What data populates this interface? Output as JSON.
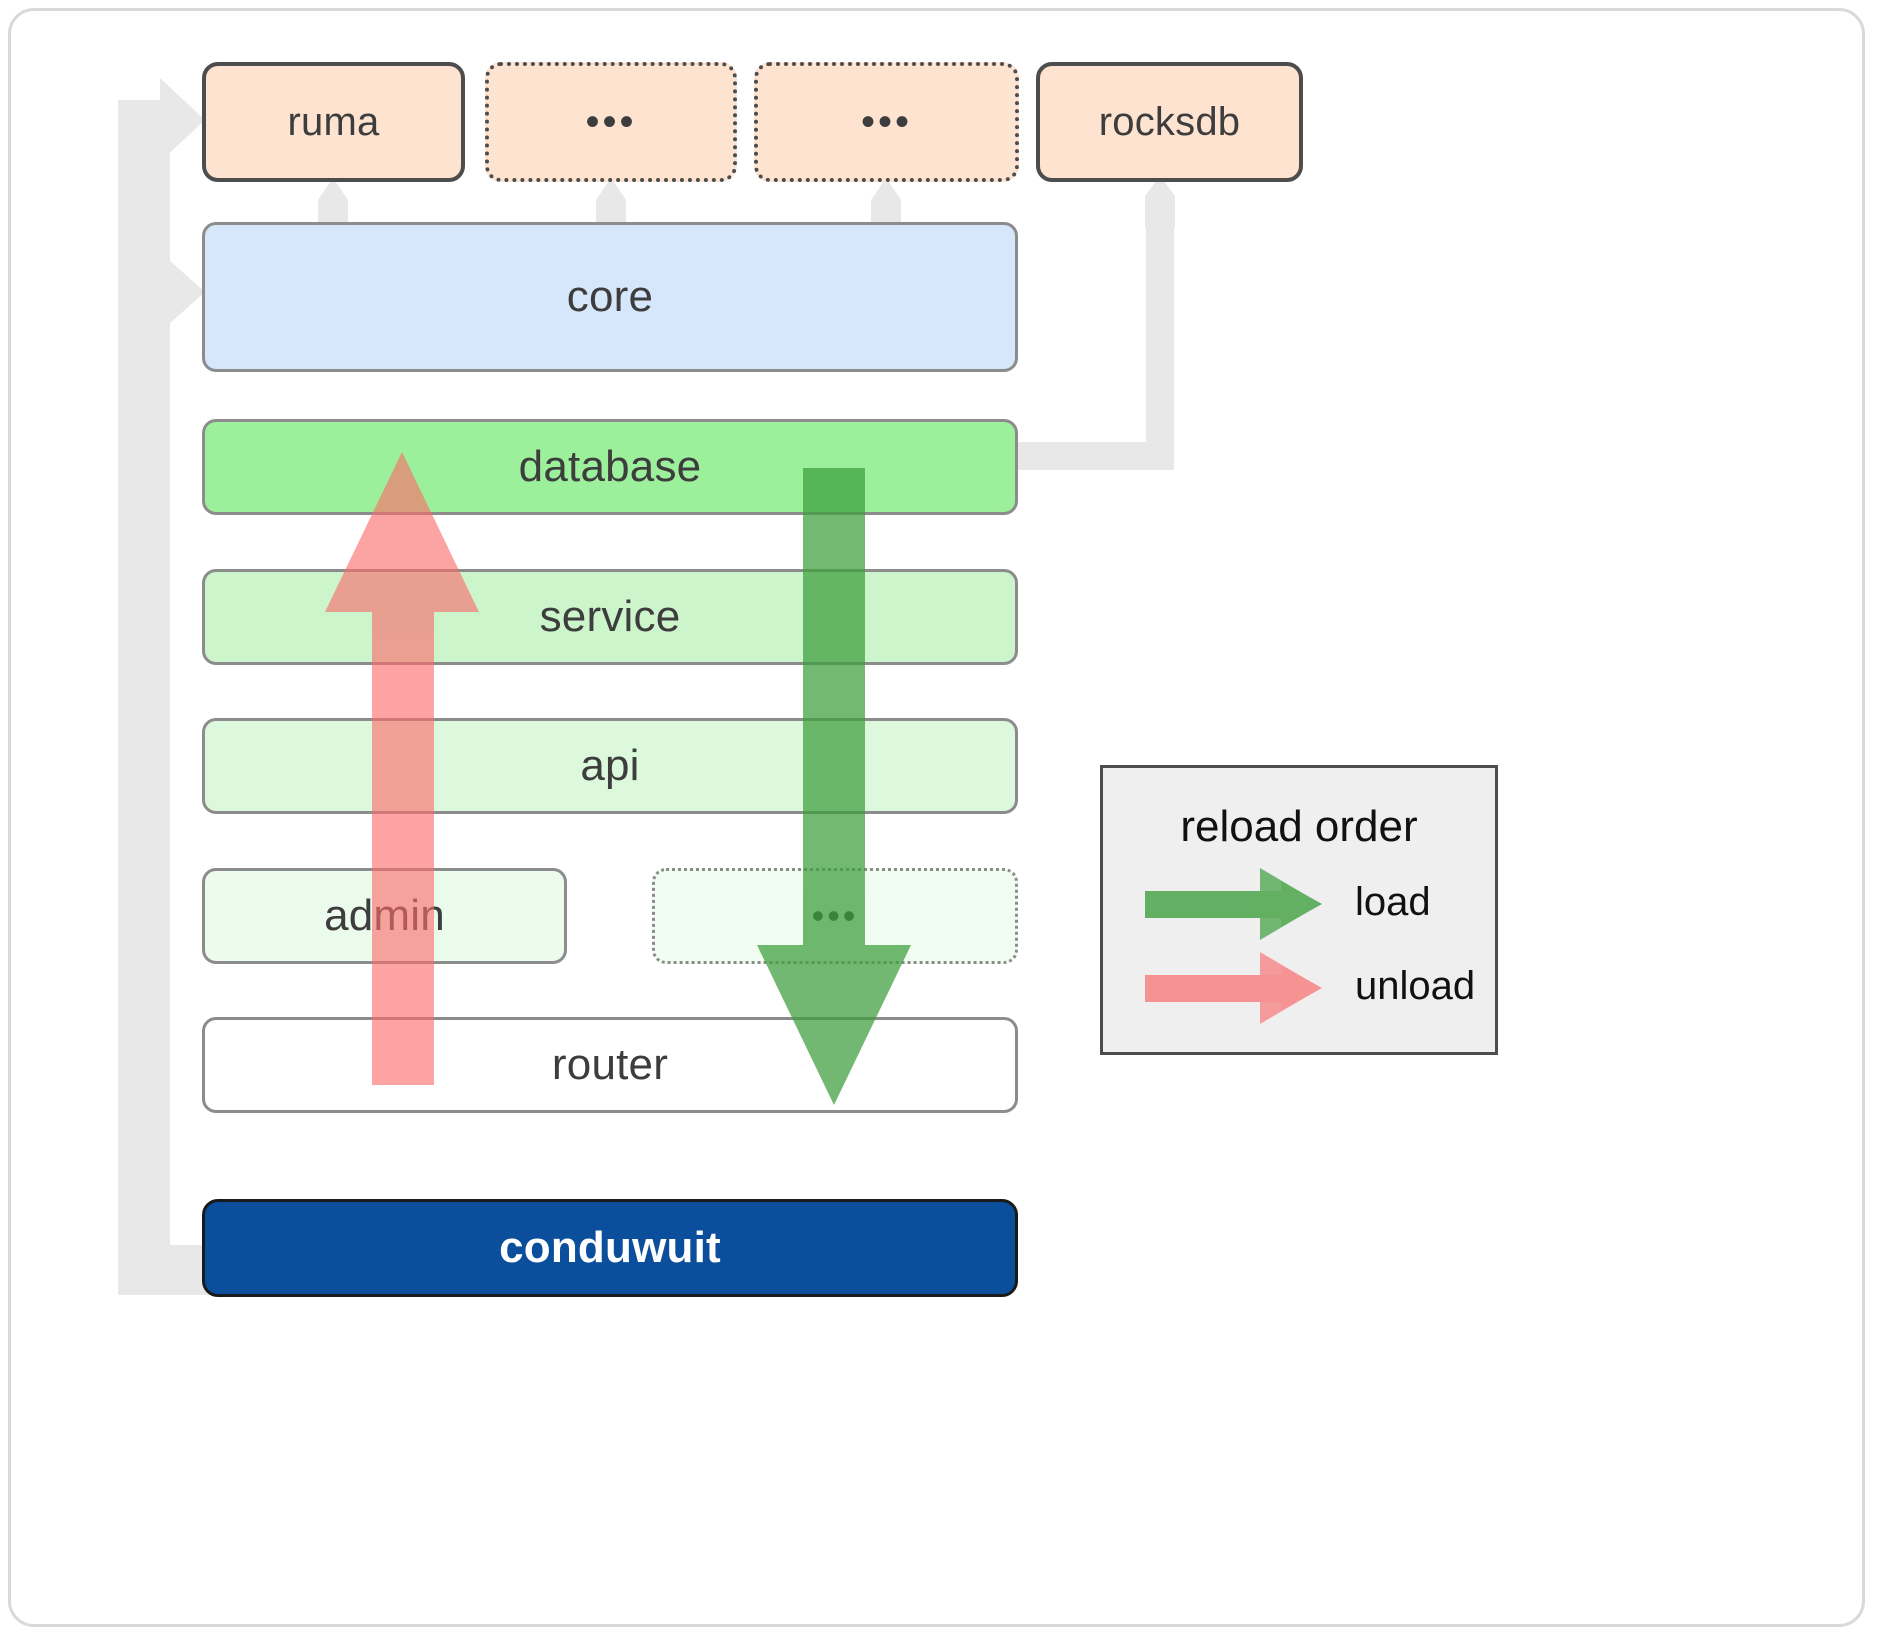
{
  "diagram": {
    "title": "conduwuit crate layering / reload order",
    "colors": {
      "dependency_fill": "#fde3d0",
      "core_fill": "#d6e7fb",
      "database_fill": "#9cf09c",
      "service_fill": "#ccf5cc",
      "api_fill": "#ddf9dd",
      "admin_fill": "#ecfcec",
      "router_fill": "#ffffff",
      "binary_fill": "#0b4f9c",
      "load_arrow": "#4caf50",
      "unload_arrow": "#f98080",
      "connector": "#e6e6e6",
      "legend_bg": "#efefef",
      "border_dark": "#4d4d4d",
      "border_gray": "#8c8c8c"
    },
    "dependencies": [
      {
        "label": "ruma",
        "style": "solid"
      },
      {
        "label": "•••",
        "style": "dotted"
      },
      {
        "label": "•••",
        "style": "dotted"
      },
      {
        "label": "rocksdb",
        "style": "solid"
      }
    ],
    "core": {
      "label": "core"
    },
    "layers": [
      {
        "label": "database",
        "style": "solid"
      },
      {
        "label": "service",
        "style": "solid"
      },
      {
        "label": "api",
        "style": "solid"
      },
      {
        "label": "admin",
        "style": "solid"
      },
      {
        "label": "•••",
        "style": "dotted"
      },
      {
        "label": "router",
        "style": "solid"
      }
    ],
    "binary": {
      "label": "conduwuit"
    },
    "legend": {
      "title": "reload order",
      "items": [
        {
          "label": "load",
          "color": "#4caf50"
        },
        {
          "label": "unload",
          "color": "#f98080"
        }
      ]
    }
  }
}
